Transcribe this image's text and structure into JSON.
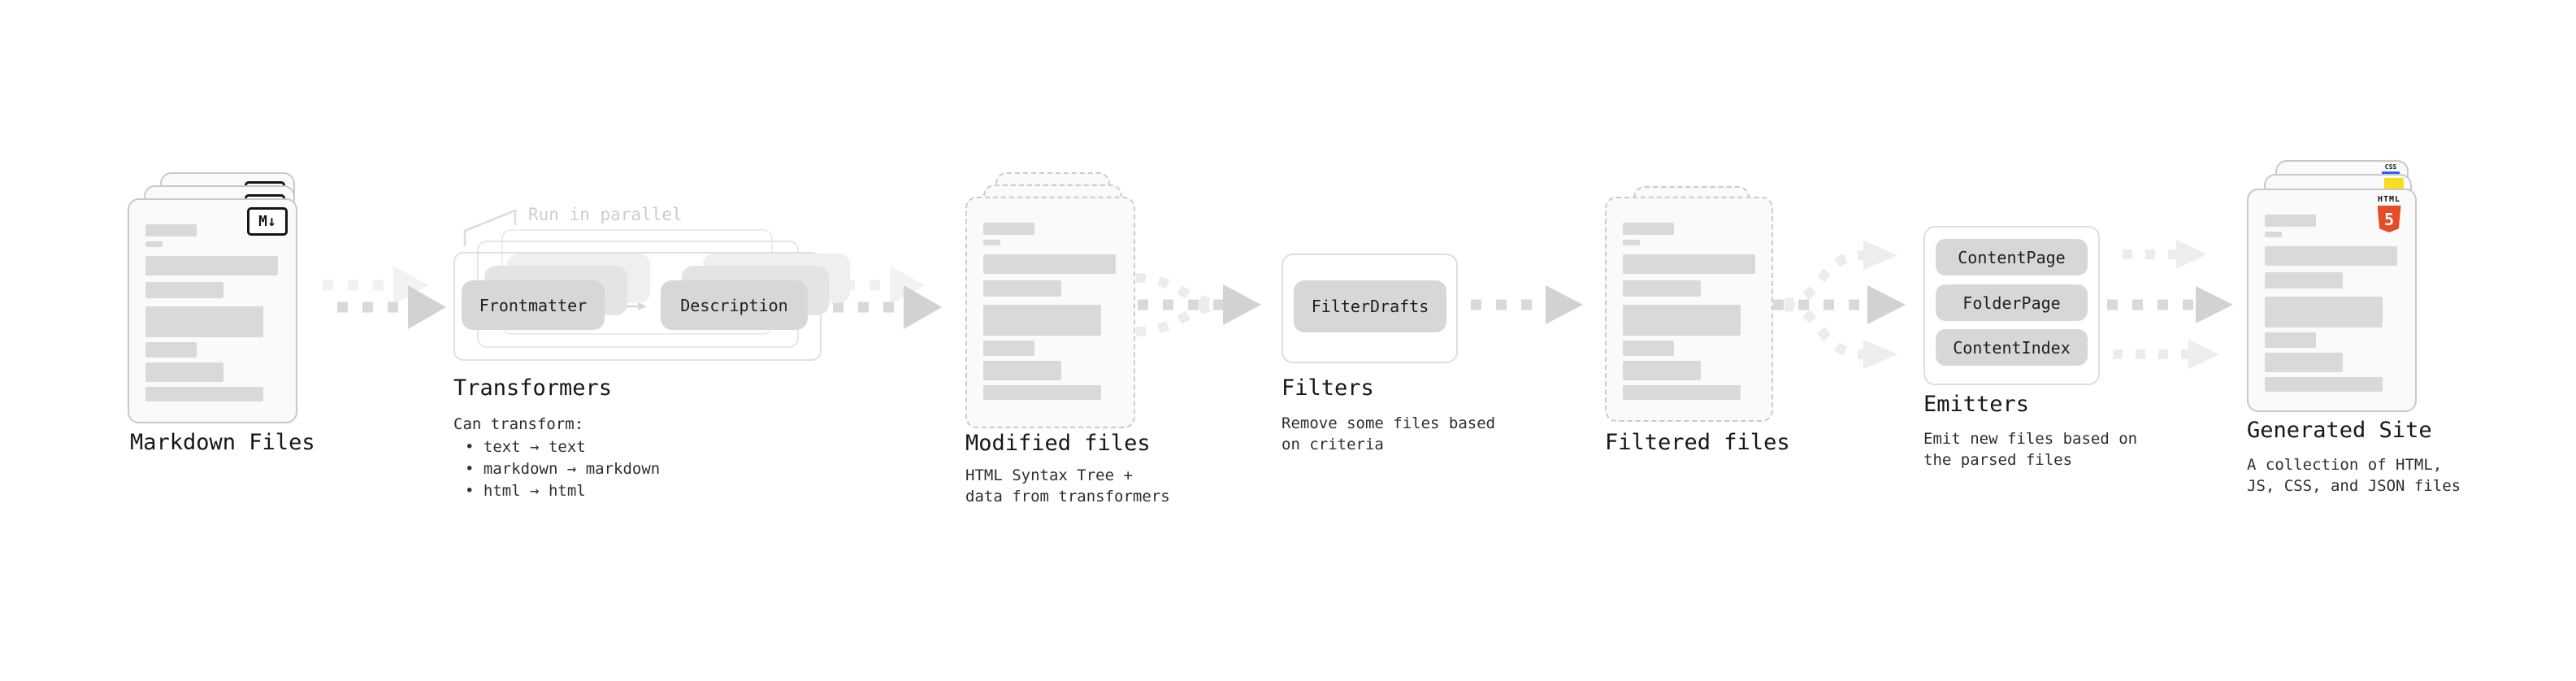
{
  "colors": {
    "doc_fill": "#fafafa",
    "doc_border": "#c9c9c9",
    "bar_fill": "#d9d9d9",
    "box_fill": "#d7d7d7",
    "arrow_main": "#d9d9d9",
    "arrow_soft": "#ececec",
    "annotation_text": "#cdcdcd",
    "html5_orange": "#e44d26",
    "js_yellow": "#f7df1e",
    "css_blue": "#2965f1",
    "title_text": "#161616",
    "body_text": "#2e2e2e"
  },
  "stages": {
    "markdown": {
      "title": "Markdown Files",
      "badge": "M↓"
    },
    "transformers": {
      "title": "Transformers",
      "annotation": "Run in parallel",
      "box1": "Frontmatter",
      "box2": "Description",
      "desc_heading": "Can transform:",
      "bullets": [
        "• text → text",
        "• markdown → markdown",
        "• html → html"
      ]
    },
    "modified": {
      "title": "Modified files",
      "desc": [
        "HTML Syntax Tree +",
        "data from transformers"
      ]
    },
    "filters": {
      "title": "Filters",
      "box1": "FilterDrafts",
      "desc": [
        "Remove some files based",
        "on criteria"
      ]
    },
    "filtered": {
      "title": "Filtered files"
    },
    "emitters": {
      "title": "Emitters",
      "boxes": [
        "ContentPage",
        "FolderPage",
        "ContentIndex"
      ],
      "desc": [
        "Emit new files based on",
        "the parsed files"
      ]
    },
    "generated": {
      "title": "Generated Site",
      "desc": [
        "A collection of HTML,",
        "JS, CSS, and JSON files"
      ],
      "badges": {
        "html_label": "HTML",
        "html_number": "5",
        "css_label": "CSS"
      }
    }
  }
}
